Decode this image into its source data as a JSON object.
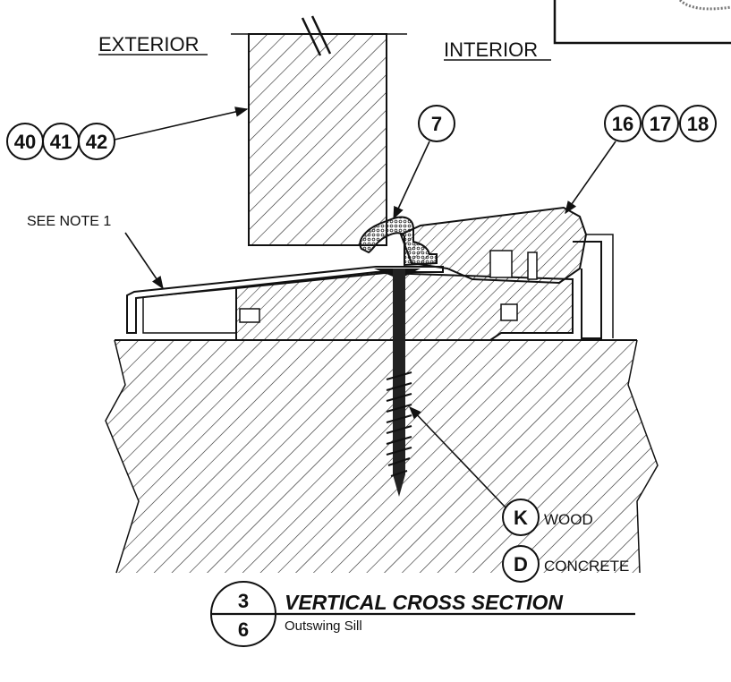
{
  "labels": {
    "exterior": "EXTERIOR",
    "interior": "INTERIOR",
    "see_note": "SEE NOTE 1",
    "wood": "WOOD",
    "concrete": "CONCRETE"
  },
  "callouts": {
    "c40": "40",
    "c41": "41",
    "c42": "42",
    "c7": "7",
    "c16": "16",
    "c17": "17",
    "c18": "18",
    "ck": "K",
    "cd": "D"
  },
  "title_block": {
    "detail_number": "3",
    "sheet_number": "6",
    "title": "VERTICAL CROSS SECTION",
    "subtitle": "Outswing Sill"
  }
}
